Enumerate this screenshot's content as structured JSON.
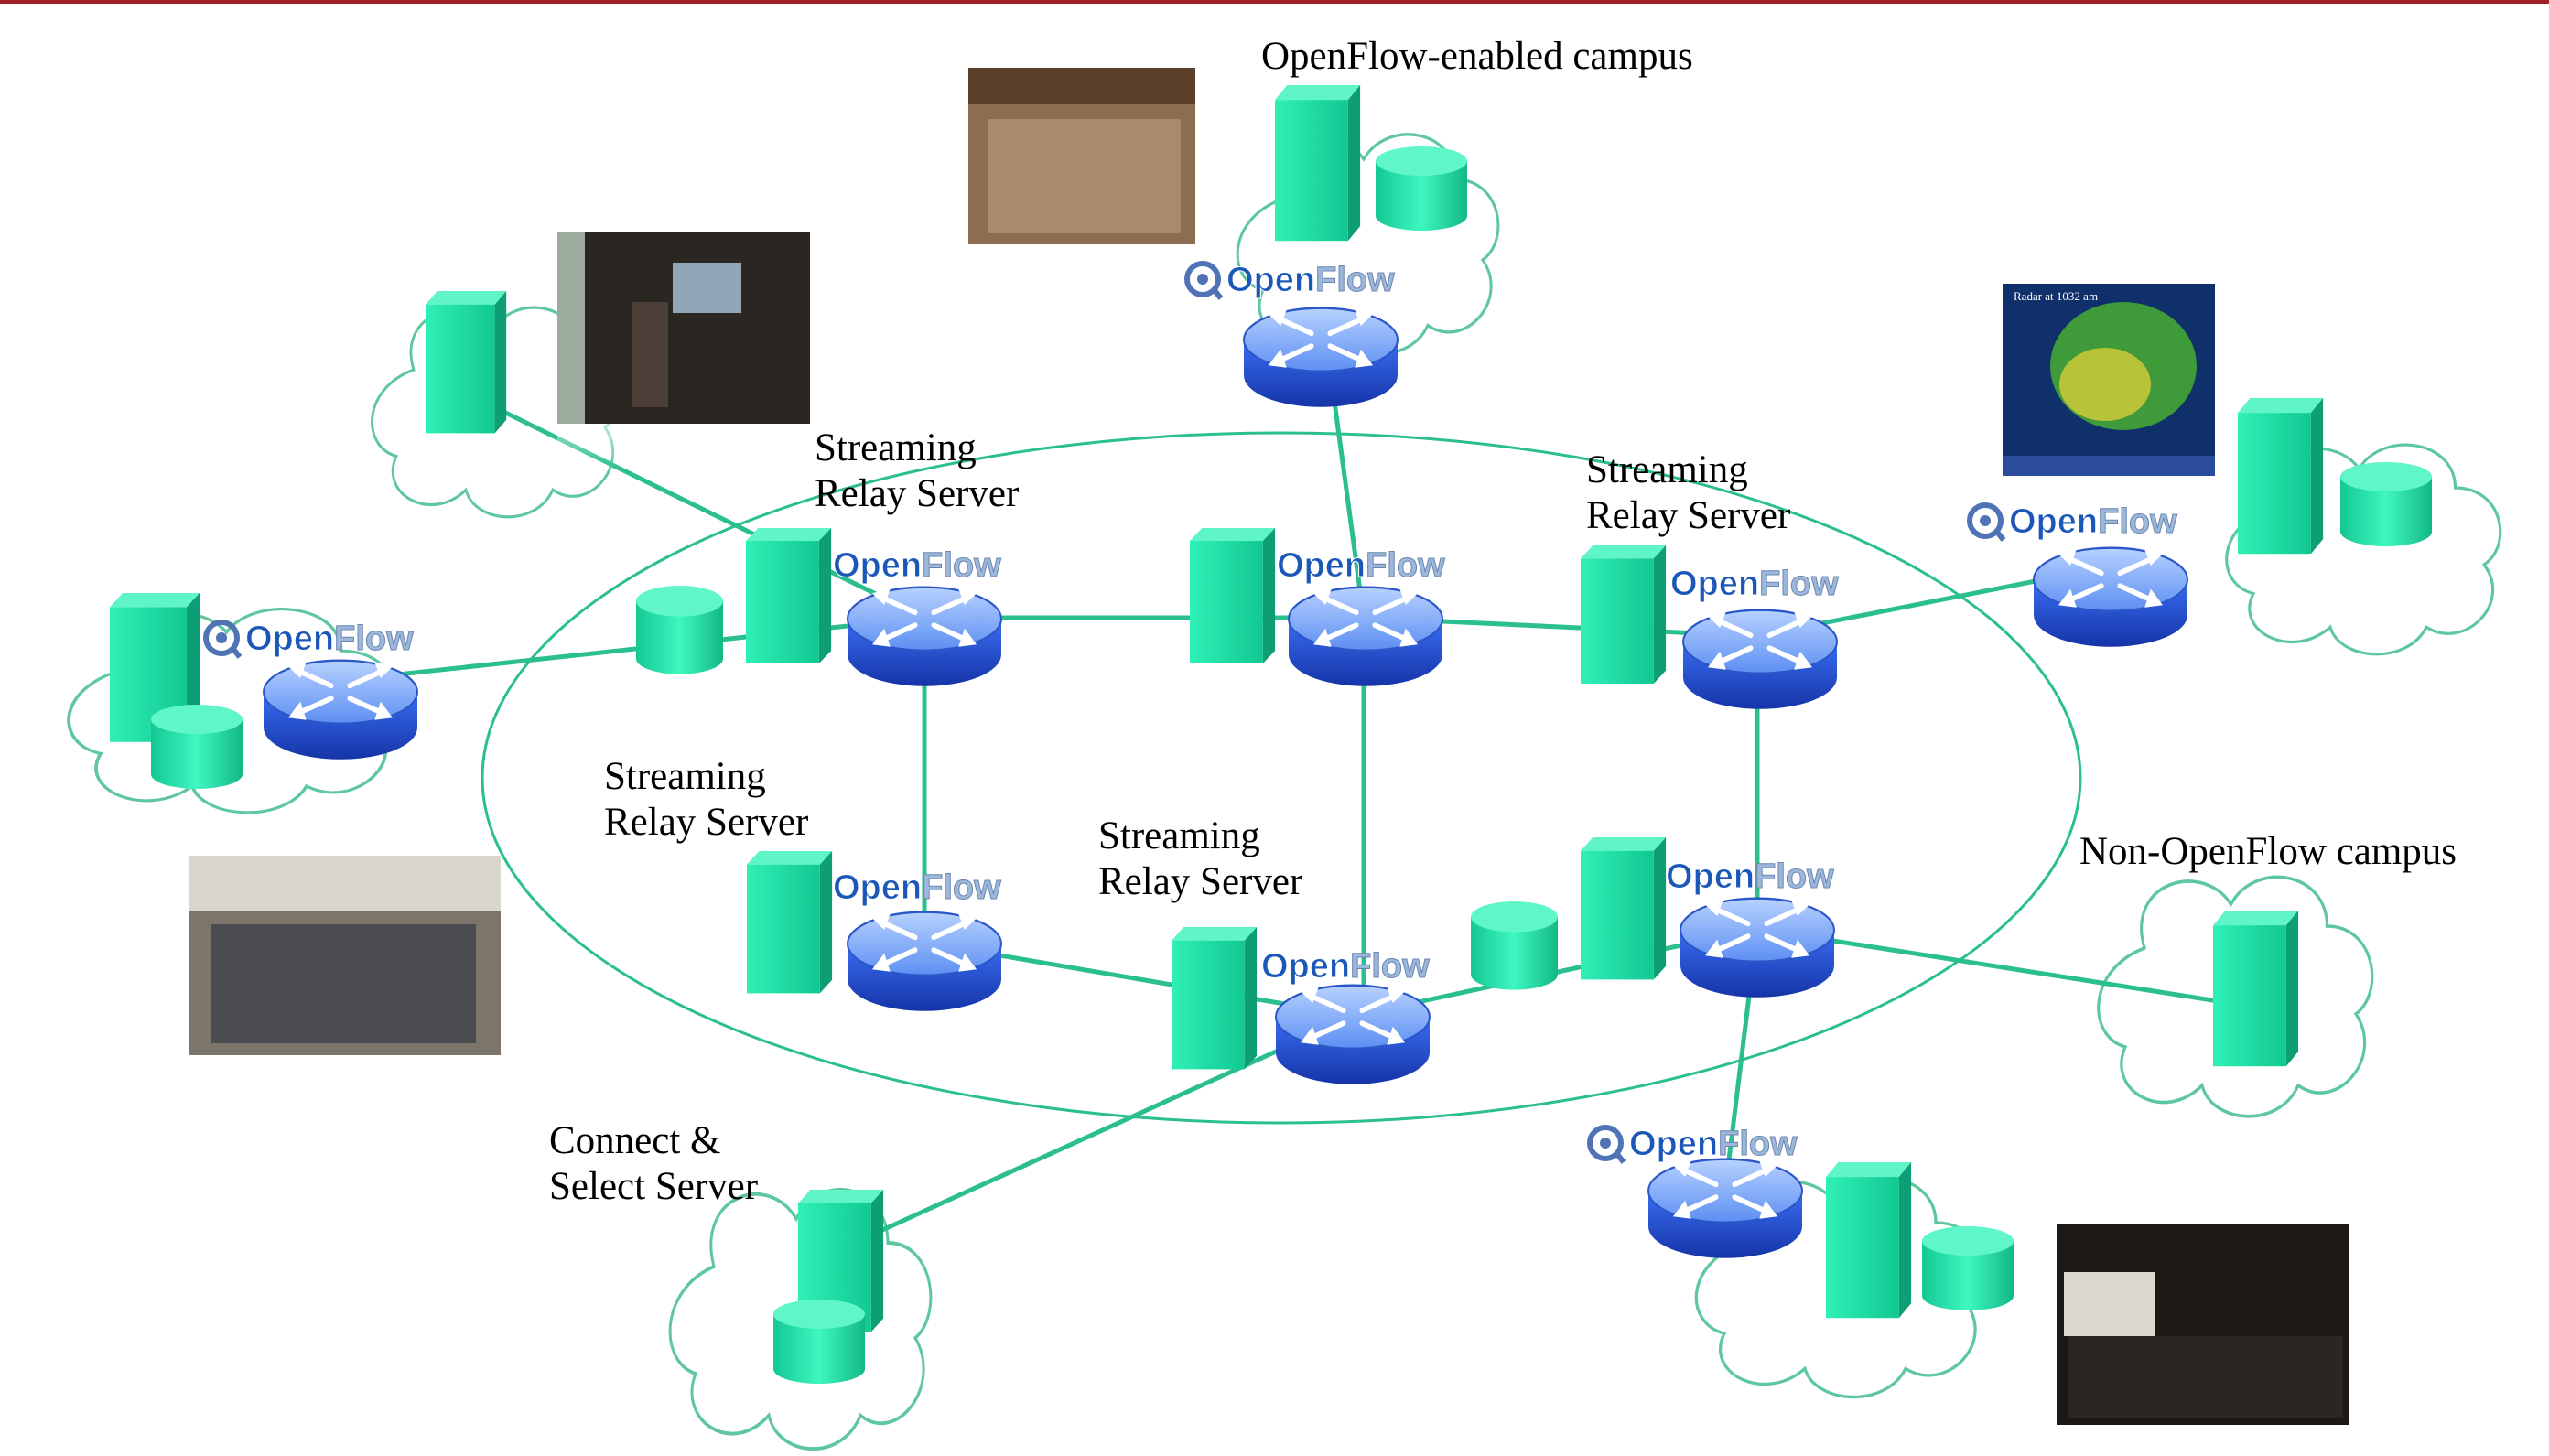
{
  "labels": {
    "top_campus": "OpenFlow-enabled campus",
    "non_openflow_campus": "Non-OpenFlow campus",
    "relay_1": [
      "Streaming",
      "Relay Server"
    ],
    "relay_2": [
      "Streaming",
      "Relay Server"
    ],
    "relay_3": [
      "Streaming",
      "Relay Server"
    ],
    "relay_4": [
      "Streaming",
      "Relay Server"
    ],
    "connect_select": [
      "Connect &",
      "Select Server"
    ]
  },
  "brand": {
    "openflow_open": "Open",
    "openflow_flow": "Flow"
  },
  "colors": {
    "top_bar": "#a31f26",
    "link": "#2bbf8f",
    "server_front": "#19d9a0",
    "server_side": "#0fa67a",
    "router_top": "#8ab6ff",
    "router_body": "#2a56e0",
    "cloud_stroke": "#5fc7a0",
    "openflow_blue": "#1b57b8",
    "openflow_lightblue": "#9bb7dc"
  }
}
